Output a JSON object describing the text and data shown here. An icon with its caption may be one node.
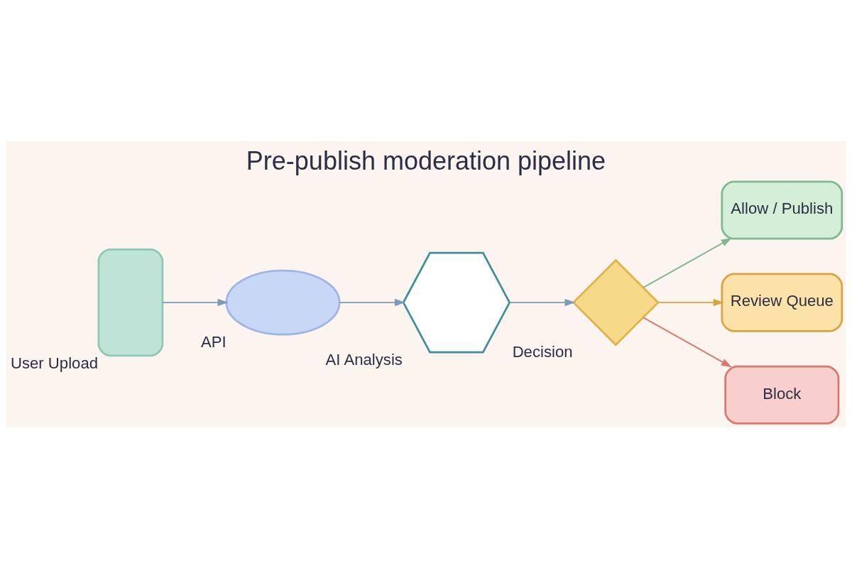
{
  "diagram": {
    "title": "Pre-publish moderation pipeline",
    "nodes": [
      {
        "text": [],
        "shape": "box",
        "beside": [
          "User Upload"
        ]
      },
      {
        "text": [],
        "shape": "cloud",
        "beside": [
          "API"
        ]
      },
      {
        "text": [],
        "shape": "hexagon",
        "beside": [
          "AI Analysis"
        ]
      },
      {
        "text": [],
        "shape": "diamond",
        "beside": [
          "Decision"
        ]
      },
      {
        "text": [
          "Allow / Publish"
        ]
      },
      {
        "text": [
          "Review Queue"
        ]
      },
      {
        "text": [
          "Block"
        ]
      }
    ],
    "edges": [
      {
        "from": 0,
        "to": 1,
        "arrow": "to"
      },
      {
        "from": 1,
        "to": 2,
        "arrow": "to"
      },
      {
        "from": 2,
        "to": 3,
        "arrow": "to"
      },
      {
        "from": 3,
        "to": 4,
        "arrow": "to",
        "color": "#7fb98f"
      },
      {
        "from": 3,
        "to": 5,
        "arrow": "to",
        "color": "#d9a441"
      },
      {
        "from": 3,
        "to": 6,
        "arrow": "to",
        "color": "#d9786e"
      }
    ]
  }
}
